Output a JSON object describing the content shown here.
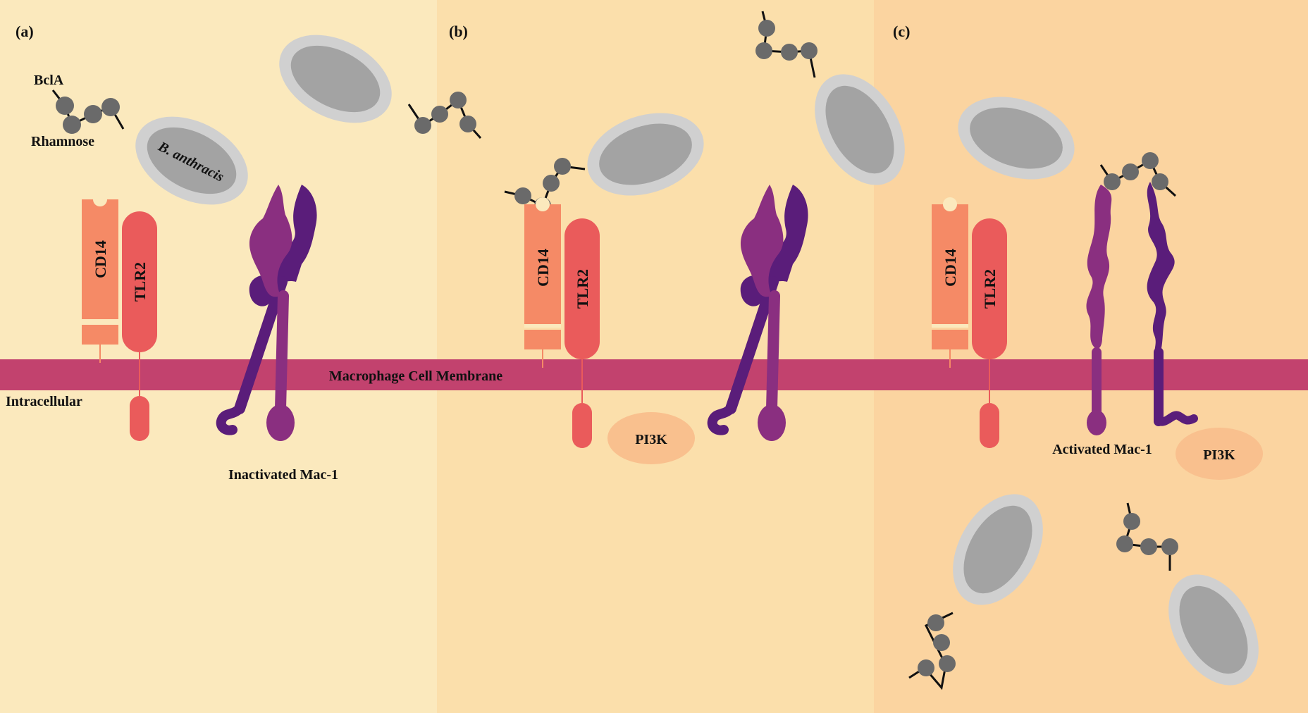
{
  "panels": [
    {
      "label": "(a)"
    },
    {
      "label": "(b)"
    },
    {
      "label": "(c)"
    }
  ],
  "labels": {
    "bcla": "BclA",
    "rhamnose": "Rhamnose",
    "bacterium": "B. anthracis",
    "membrane": "Macrophage Cell Membrane",
    "intracellular": "Intracellular",
    "cd14": "CD14",
    "tlr2": "TLR2",
    "pi3k": "PI3K",
    "inactivated": "Inactivated Mac-1",
    "activated": "Activated Mac-1"
  },
  "colors": {
    "panel_a_bg": "#fbe9bd",
    "panel_b_bg": "#fbdfab",
    "panel_c_bg": "#fbd4a0",
    "membrane": "#c2426e",
    "cd14": "#f58a66",
    "tlr2": "#ea5b5b",
    "pi3k": "#f9c08e",
    "mac1_alpha": "#8a2f80",
    "mac1_beta": "#5a1d7a",
    "spore_outer": "#d0d0d0",
    "spore_inner": "#a3a3a3",
    "sugar": "#6a6a6a"
  },
  "icons": [
    "bacterium-spore-icon",
    "bcla-sugar-chain-icon",
    "cd14-receptor-icon",
    "tlr2-receptor-icon",
    "mac1-integrin-icon",
    "pi3k-enzyme-icon"
  ]
}
